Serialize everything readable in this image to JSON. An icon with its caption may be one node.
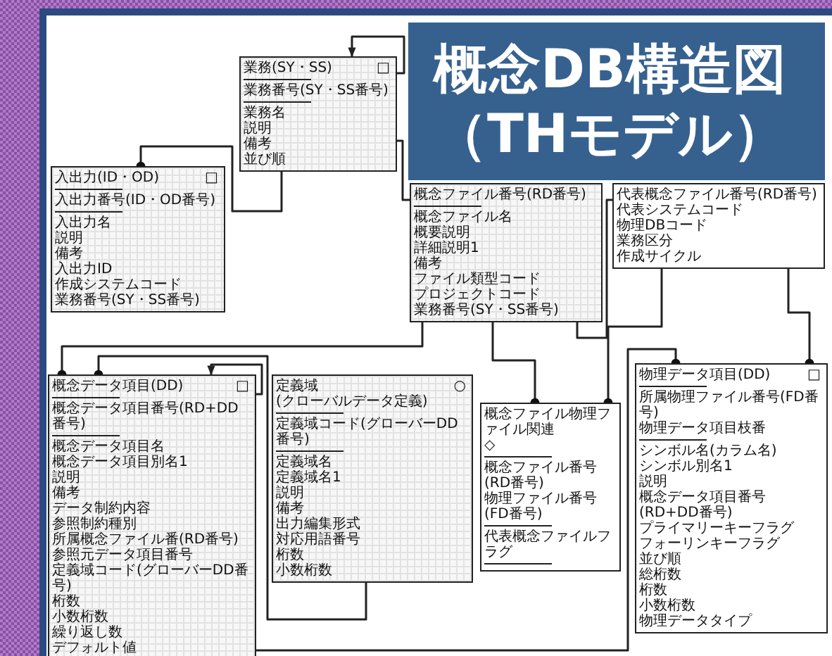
{
  "diagram": {
    "title": "概念DB構造図（THモデル）",
    "nodes": [
      {
        "text": [
          "業務(SY・SS)",
          "□",
          "業務番号(SY・SS番号)",
          "業務名",
          "説明",
          "備考",
          "並び順"
        ]
      },
      {
        "text": [
          "入出力(ID・OD)",
          "□",
          "入出力番号(ID・OD番号)",
          "入出力名",
          "説明",
          "備考",
          "入出力ID",
          "作成システムコード",
          "業務番号(SY・SS番号)"
        ]
      },
      {
        "text": [
          "概念ファイル番号(RD番号)",
          "概念ファイル名",
          "概要説明",
          "詳細説明1",
          "備考",
          "ファイル類型コード",
          "プロジェクトコード",
          "業務番号(SY・SS番号)"
        ]
      },
      {
        "text": [
          "代表概念ファイル番号(RD番号)",
          "代表システムコード",
          "物理DBコード",
          "業務区分",
          "作成サイクル"
        ]
      },
      {
        "text": [
          "概念データ項目(DD)",
          "□",
          "概念データ項目番号(RD+DD番号)",
          "概念データ項目名",
          "概念データ項目別名1",
          "説明",
          "備考",
          "データ制約内容",
          "参照制約種別",
          "所属概念ファイル番(RD番号)",
          "参照元データ項目番号",
          "定義域コード(グローバーDD番号)",
          "桁数",
          "小数桁数",
          "繰り返し数",
          "デフォルト値"
        ]
      },
      {
        "text": [
          "定義域",
          "○",
          "(クローバルデータ定義)",
          "定義域コード(グローバーDD番号)",
          "定義域名",
          "定義域名1",
          "説明",
          "備考",
          "出力編集形式",
          "対応用語番号",
          "桁数",
          "小数桁数"
        ]
      },
      {
        "text": [
          "概念ファイル物理ファイル関連",
          "◇",
          "概念ファイル番号(RD番号)",
          "物理ファイル番号(FD番号)",
          "代表概念ファイルフラグ"
        ]
      },
      {
        "text": [
          "物理データ項目(DD)",
          "□",
          "所属物理ファイル番号(FD番号)",
          "物理データ項目枝番",
          "シンボル名(カラム名)",
          "シンボル別名1",
          "説明",
          "概念データ項目番号(RD+DD番号)",
          "プライマリーキーフラグ",
          "フォーリンキーフラグ",
          "並び順",
          "総桁数",
          "桁数",
          "小数桁数",
          "物理データタイプ"
        ]
      }
    ],
    "edges": [
      {
        "from": 0,
        "to": 0,
        "arrow": "to"
      },
      {
        "from": 0,
        "to": 1,
        "arrow": "other"
      },
      {
        "from": 0,
        "to": 2,
        "arrow": "none"
      },
      {
        "from": 2,
        "to": 4,
        "arrow": "other"
      },
      {
        "from": 2,
        "to": 6,
        "arrow": "other"
      },
      {
        "from": 2,
        "to": 3,
        "arrow": "none"
      },
      {
        "from": 3,
        "to": 6,
        "arrow": "other"
      },
      {
        "from": 3,
        "to": 7,
        "arrow": "other"
      },
      {
        "from": 4,
        "to": 4,
        "arrow": "to"
      },
      {
        "from": 5,
        "to": 4,
        "arrow": "other"
      },
      {
        "from": 4,
        "to": 7,
        "arrow": "other"
      }
    ]
  }
}
